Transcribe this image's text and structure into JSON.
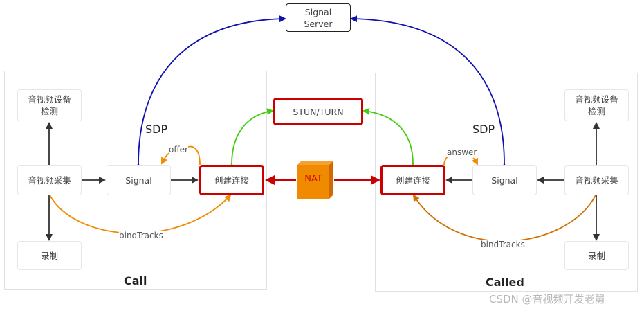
{
  "diagram": {
    "signal_server": "Signal\nServer",
    "stun_turn": "STUN/TURN",
    "nat": "NAT",
    "left_panel": {
      "title": "Call",
      "device_check": "音视频设备\n检测",
      "capture": "音视频采集",
      "signal": "Signal",
      "connect": "创建连接",
      "record": "录制",
      "sdp_label": "SDP",
      "offer_label": "offer",
      "bind_label": "bindTracks"
    },
    "right_panel": {
      "title": "Called",
      "device_check": "音视频设备\n检测",
      "capture": "音视频采集",
      "signal": "Signal",
      "connect": "创建连接",
      "record": "录制",
      "sdp_label": "SDP",
      "answer_label": "answer",
      "bind_label": "bindTracks"
    },
    "colors": {
      "sdp_arrow": "#1010b0",
      "stun_arrow": "#44cc11",
      "nat_arrow": "#cc0000",
      "bind_arrow_left": "#f08a00",
      "bind_arrow_right": "#d07000",
      "nat_box": "#f08a00",
      "flow_arrow": "#333333"
    }
  },
  "watermark": "CSDN @音视频开发老舅"
}
